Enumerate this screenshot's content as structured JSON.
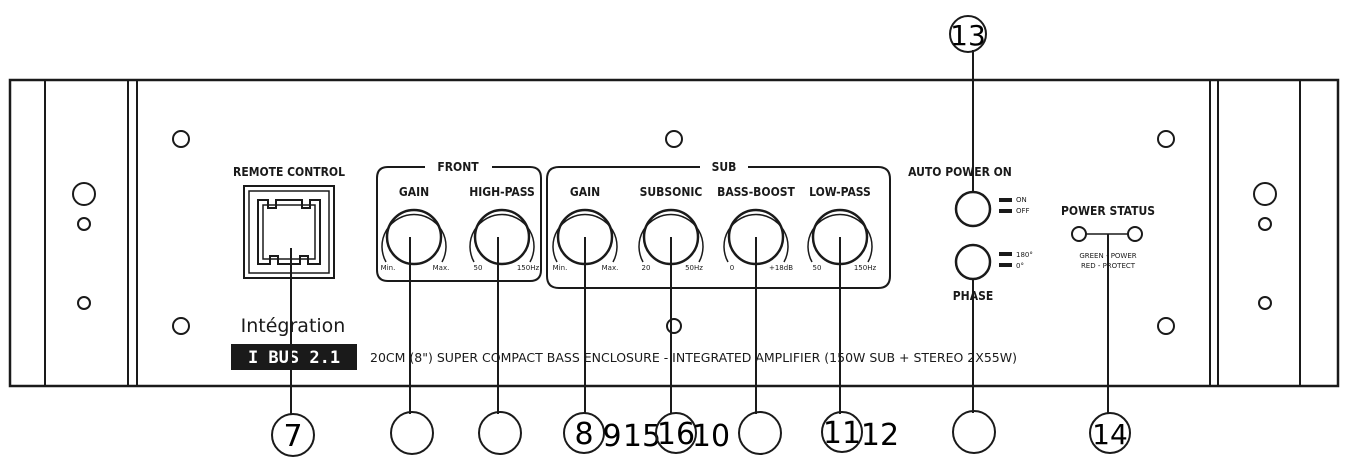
{
  "panel": {
    "remote_control_label": "REMOTE CONTROL",
    "brand": "Intégration",
    "model": "I BUS 2.1",
    "description": "20CM (8\") SUPER COMPACT BASS ENCLOSURE - INTEGRATED AMPLIFIER (150W SUB + STEREO 2X55W)"
  },
  "front": {
    "group_label": "FRONT",
    "gain": {
      "label": "GAIN",
      "min": "Min.",
      "max": "Max."
    },
    "high_pass": {
      "label": "HIGH-PASS",
      "min": "50",
      "max": "150Hz"
    }
  },
  "sub": {
    "group_label": "SUB",
    "gain": {
      "label": "GAIN",
      "min": "Min.",
      "max": "Max."
    },
    "subsonic": {
      "label": "SUBSONIC",
      "min": "20",
      "max": "50Hz"
    },
    "bass_boost": {
      "label": "BASS-BOOST",
      "min": "0",
      "max": "+18dB"
    },
    "low_pass": {
      "label": "LOW-PASS",
      "min": "50",
      "max": "150Hz"
    }
  },
  "auto_power": {
    "label": "AUTO POWER ON",
    "on": "ON",
    "off": "OFF"
  },
  "phase": {
    "label": "PHASE",
    "deg180": "180°",
    "deg0": "0°"
  },
  "power_status": {
    "label": "POWER STATUS",
    "green": "GREEN - POWER",
    "red": "RED - PROTECT"
  },
  "callouts": {
    "c7": "7",
    "c8": "8",
    "c9": "9",
    "c15": "15",
    "c16": "16",
    "c10": "10",
    "c11": "11",
    "c12": "12",
    "c13": "13",
    "c14": "14"
  }
}
